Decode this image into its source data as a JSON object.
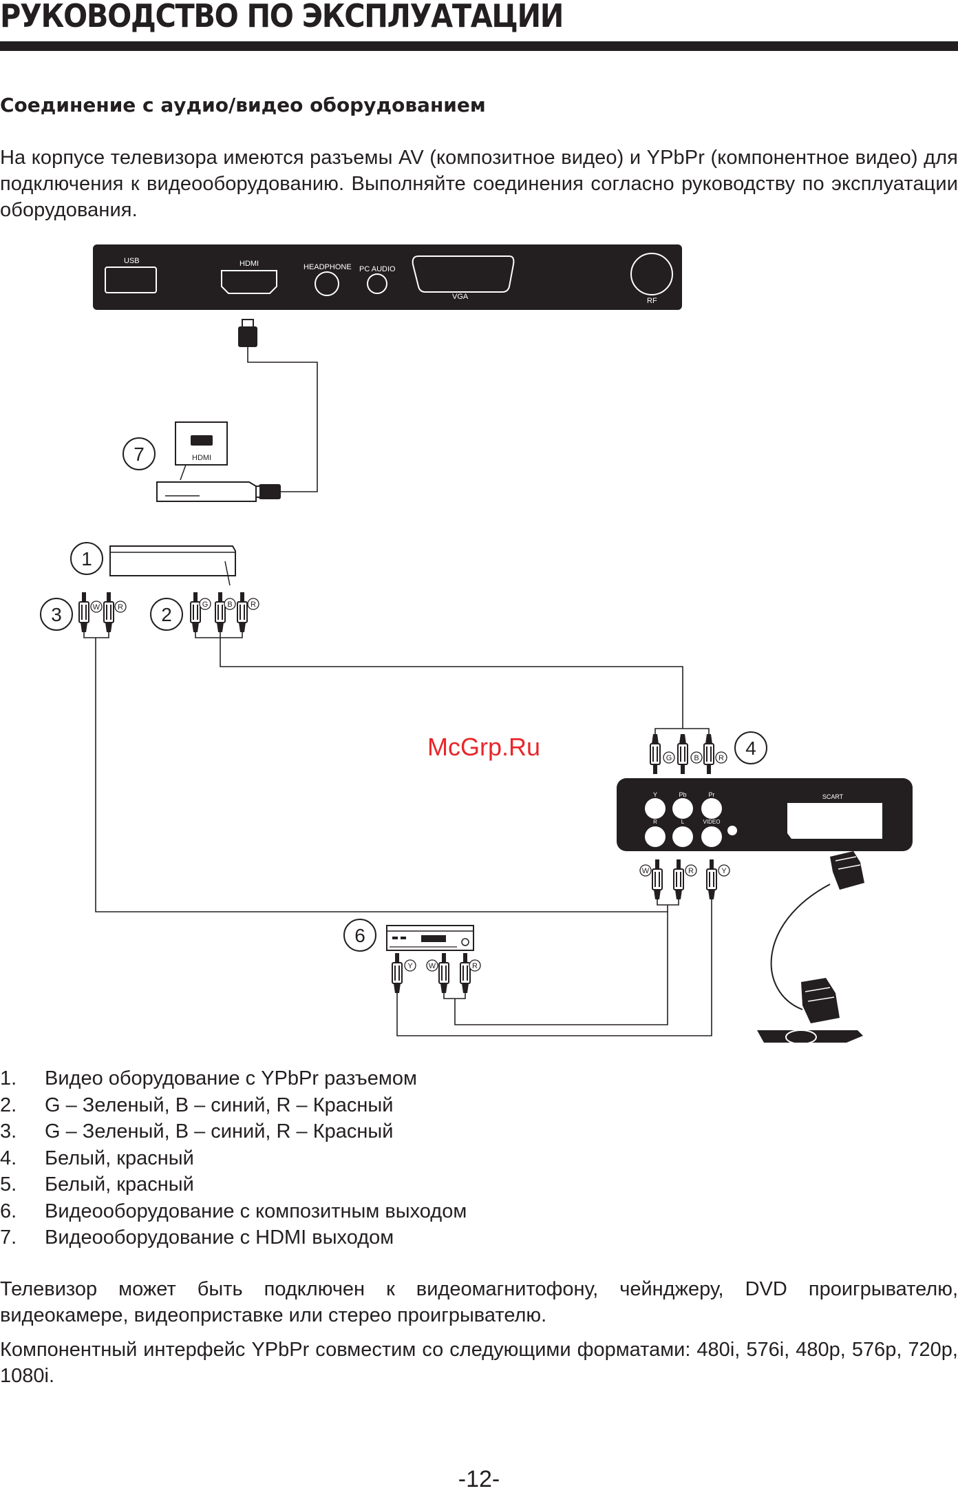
{
  "header": {
    "title": "РУКОВОДСТВО ПО ЭКСПЛУАТАЦИИ"
  },
  "section": {
    "heading": "Соединение с аудио/видео оборудованием",
    "intro": "На корпусе телевизора имеются разъемы AV (композитное видео) и YPbPr (компонентное видео) для подключения к видеооборудованию. Выполняйте соединения согласно руководству по эксплуатации оборудования."
  },
  "diagram": {
    "tv_rear_panel": {
      "usb": "USB",
      "hdmi": "HDMI",
      "headphone": "HEADPHONE",
      "pc_audio": "PC AUDIO",
      "vga": "VGA",
      "rf": "RF"
    },
    "hdmi_device_label": "HDMI",
    "tv_side_panel": {
      "y": "Y",
      "pb": "Pb",
      "pr": "Pr",
      "r": "R",
      "l": "L",
      "video": "VIDEO",
      "scart": "SCART"
    },
    "plug_letters": {
      "green": "G",
      "blue": "B",
      "red": "R",
      "white": "W",
      "yellow": "Y"
    },
    "callouts": [
      "1",
      "2",
      "3",
      "4",
      "6",
      "7"
    ],
    "watermark": "McGrp.Ru",
    "watermark_color": "#e8262b"
  },
  "legend": [
    {
      "num": "1.",
      "text": "Видео оборудование с YPbPr разъемом"
    },
    {
      "num": "2.",
      "text": "G – Зеленый, B – синий, R – Красный"
    },
    {
      "num": "3.",
      "text": "G – Зеленый, B – синий, R – Красный"
    },
    {
      "num": "4.",
      "text": "Белый, красный"
    },
    {
      "num": "5.",
      "text": "Белый, красный"
    },
    {
      "num": "6.",
      "text": "Видеооборудование с композитным выходом"
    },
    {
      "num": "7.",
      "text": "Видеооборудование с HDMI выходом"
    }
  ],
  "notes": {
    "compatible_devices": "Телевизор может быть подключен к видеомагнитофону, чейнджеру, DVD проигрывателю, видеокамере, видеоприставке или стерео проигрывателю.",
    "formats": "Компонентный интерфейс YPbPr совместим со следующими форматами: 480i, 576i, 480p, 576p, 720p, 1080i."
  },
  "footer": {
    "page_number": "-12-"
  }
}
